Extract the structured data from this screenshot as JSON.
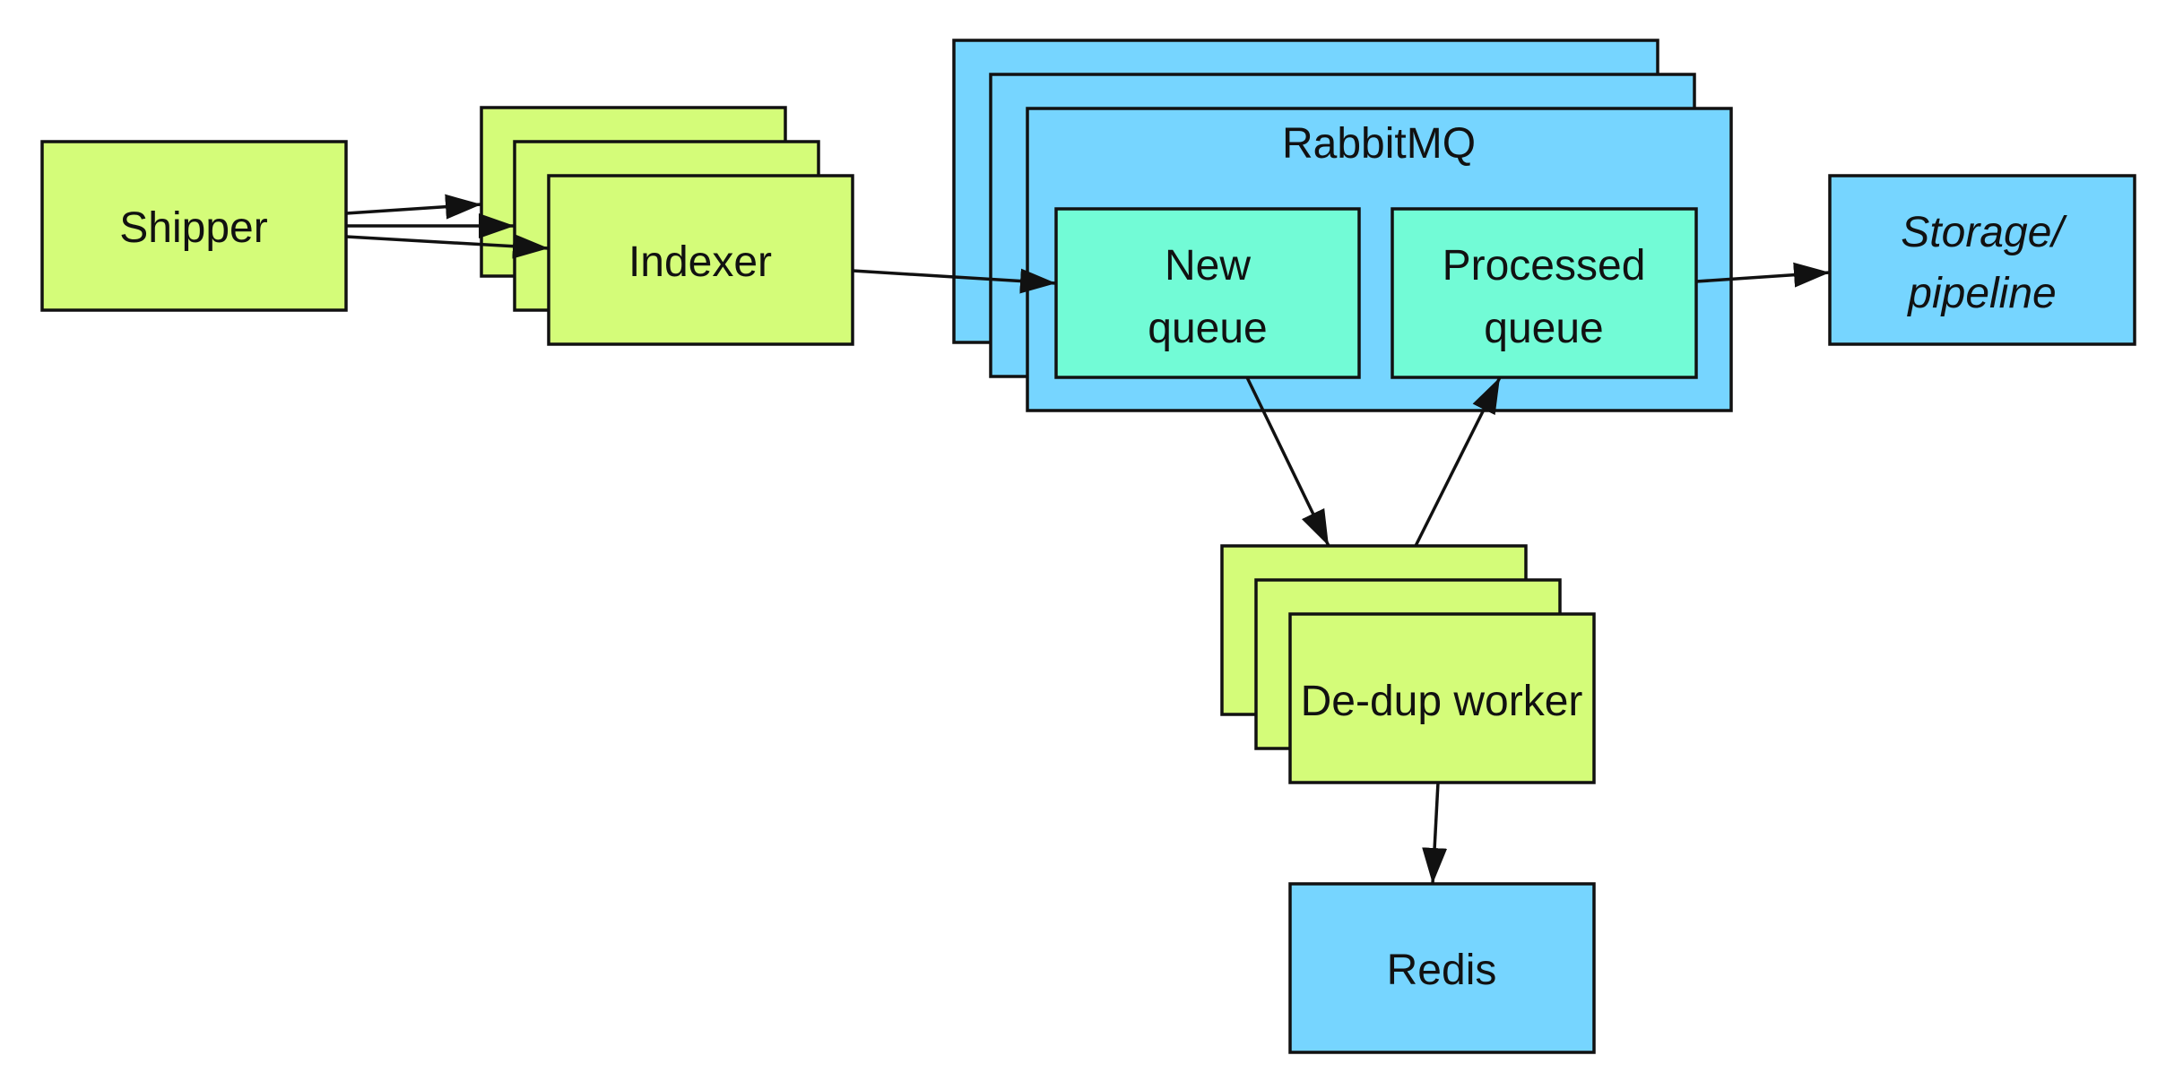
{
  "colors": {
    "component": "#d4fc79",
    "infrastructure": "#76d5ff",
    "queue": "#72fbd6",
    "stroke": "#111111"
  },
  "nodes": {
    "shipper": {
      "label": "Shipper"
    },
    "indexer": {
      "label": "Indexer"
    },
    "rabbitmq": {
      "label": "RabbitMQ"
    },
    "new_queue": {
      "label_line1": "New",
      "label_line2": "queue"
    },
    "processed_queue": {
      "label_line1": "Processed",
      "label_line2": "queue"
    },
    "storage": {
      "label_line1": "Storage/",
      "label_line2": "pipeline"
    },
    "dedup_worker": {
      "label": "De-dup worker"
    },
    "redis": {
      "label": "Redis"
    }
  }
}
